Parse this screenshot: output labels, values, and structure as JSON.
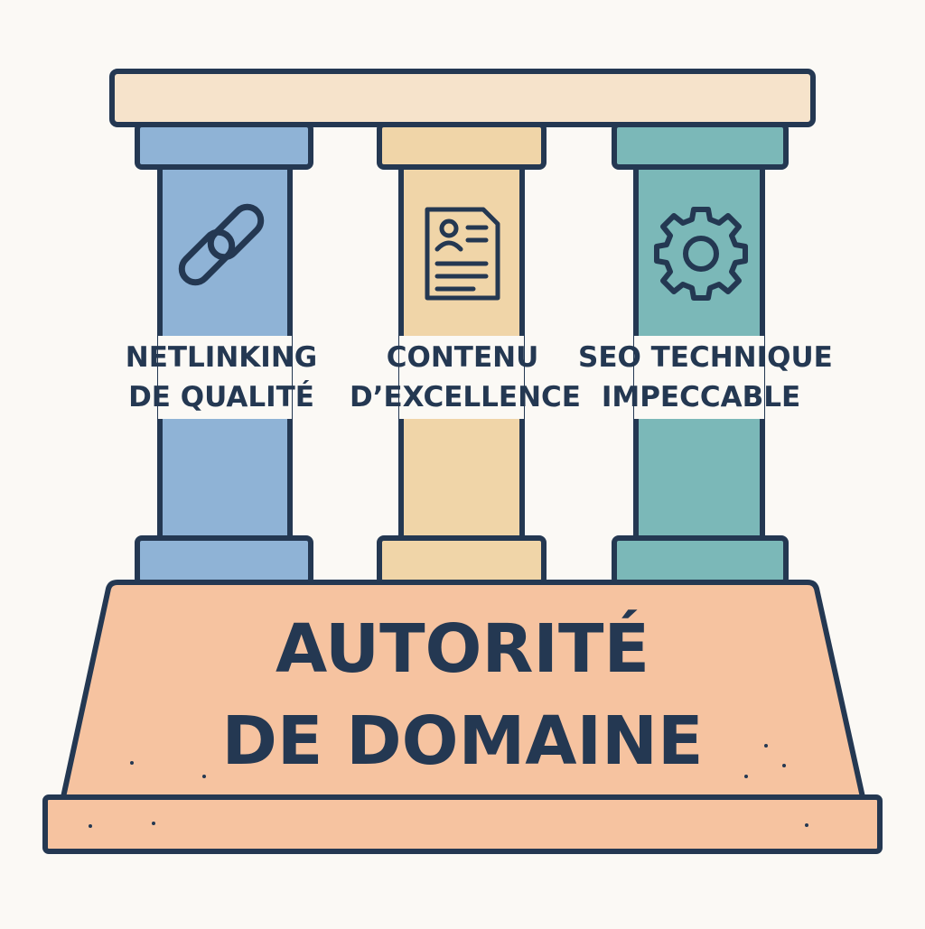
{
  "diagram": {
    "pillars": [
      {
        "line1": "NETLINKING",
        "line2": "DE QUALITÉ",
        "icon": "link-icon",
        "color": "#8fb3d6"
      },
      {
        "line1": "CONTENU",
        "line2": "D’EXCELLENCE",
        "icon": "document-profile-icon",
        "color": "#f0d5a8"
      },
      {
        "line1": "SEO TECHNIQUE",
        "line2": "IMPECCABLE",
        "icon": "gear-icon",
        "color": "#7bb8b8"
      }
    ],
    "base": {
      "line1": "AUTORITÉ",
      "line2": "DE DOMAINE",
      "color": "#f6c3a0"
    },
    "colors": {
      "outline": "#243852",
      "lintel": "#f6e3cb",
      "background": "#fbf9f5"
    }
  }
}
